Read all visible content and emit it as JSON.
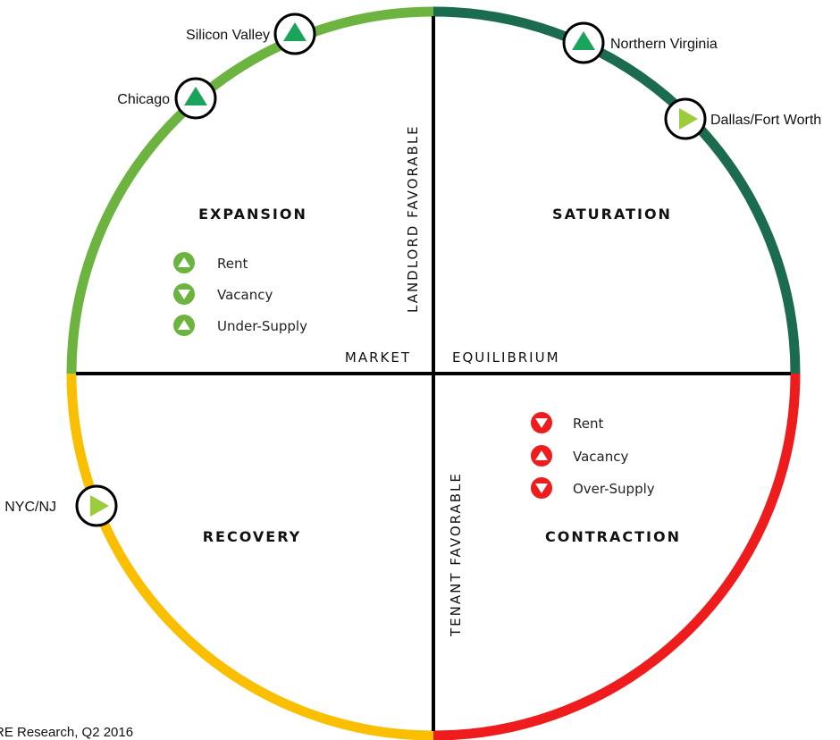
{
  "colors": {
    "expansion": "#6db33f",
    "saturation": "#1b6b4e",
    "contraction": "#ee1c1c",
    "recovery": "#f9bf00",
    "marker_up": "#1aa35a",
    "marker_right": "#9ccc3c"
  },
  "quadrants": {
    "expansion": "EXPANSION",
    "saturation": "SATURATION",
    "recovery": "RECOVERY",
    "contraction": "CONTRACTION"
  },
  "axes": {
    "market": "MARKET",
    "equilibrium": "EQUILIBRIUM",
    "landlord": "LANDLORD FAVORABLE",
    "tenant": "TENANT FAVORABLE"
  },
  "expansion_indicators": [
    {
      "label": "Rent",
      "direction": "up"
    },
    {
      "label": "Vacancy",
      "direction": "down"
    },
    {
      "label": "Under-Supply",
      "direction": "up"
    }
  ],
  "contraction_indicators": [
    {
      "label": "Rent",
      "direction": "down"
    },
    {
      "label": "Vacancy",
      "direction": "up"
    },
    {
      "label": "Over-Supply",
      "direction": "down"
    }
  ],
  "markets": [
    {
      "name": "Silicon Valley",
      "trend": "up"
    },
    {
      "name": "Chicago",
      "trend": "up"
    },
    {
      "name": "Northern Virginia",
      "trend": "up"
    },
    {
      "name": "Dallas/Fort Worth",
      "trend": "right"
    },
    {
      "name": "NYC/NJ",
      "trend": "right"
    }
  ],
  "source": "RE Research, Q2 2016"
}
